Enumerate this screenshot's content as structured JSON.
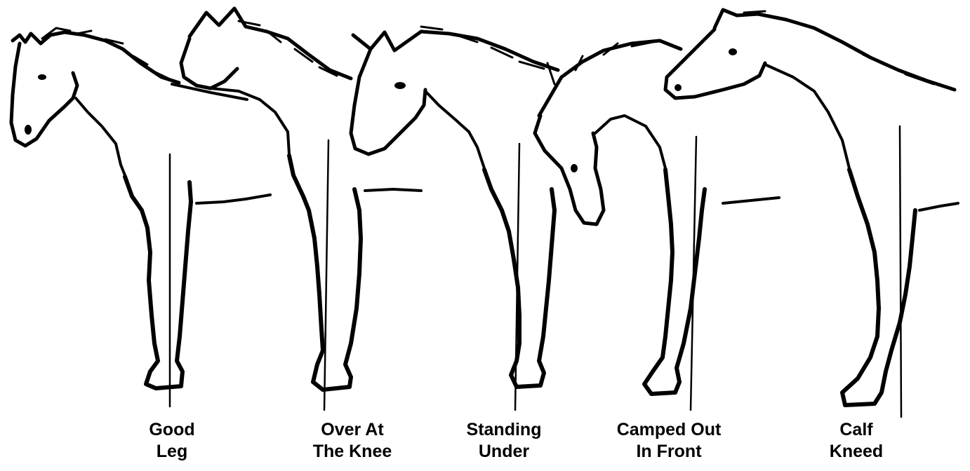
{
  "figure": {
    "items": [
      {
        "line1": "Good",
        "line2": "Leg"
      },
      {
        "line1": "Over At",
        "line2": "The Knee"
      },
      {
        "line1": "Standing",
        "line2": "Under"
      },
      {
        "line1": "Camped Out",
        "line2": "In Front"
      },
      {
        "line1": "Calf",
        "line2": "Kneed"
      }
    ],
    "colors": {
      "ink": "#000000",
      "background": "#ffffff"
    }
  }
}
